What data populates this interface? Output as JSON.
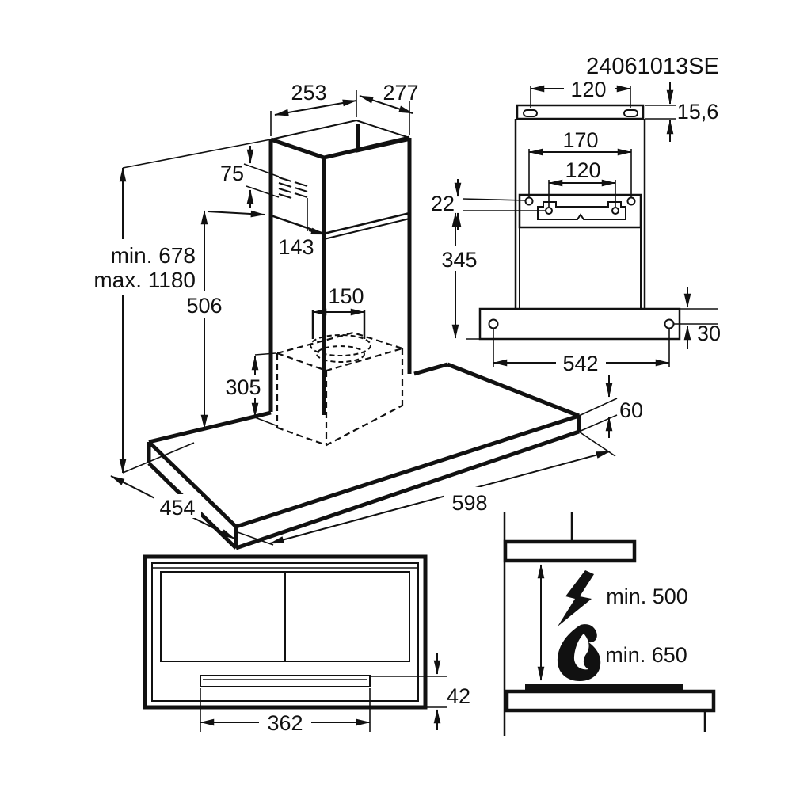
{
  "title": "24061013SE",
  "colors": {
    "line": "#111111",
    "background": "#ffffff"
  },
  "iso_view": {
    "chimney_width": "253",
    "chimney_depth": "277",
    "grille_height": "75",
    "grille_to_joint": "143",
    "height_min": "min. 678",
    "height_max": "max. 1180",
    "lower_chimney_height": "506",
    "duct_diameter": "150",
    "inner_box_height": "305",
    "hood_depth": "454",
    "hood_width": "598",
    "hood_height": "60"
  },
  "rear_view": {
    "top_slot_spacing": "120",
    "top_rail_height": "15,6",
    "wall_hole_spacing": "170",
    "bracket_slot_spacing": "120",
    "hole_vertical_offset": "22",
    "bracket_to_body_bottom": "345",
    "lower_hole_spacing": "542",
    "lower_hole_offset": "30"
  },
  "bottom_view": {
    "control_panel_width": "362",
    "control_panel_depth": "42"
  },
  "clearance_view": {
    "electric_hob_clearance": "min. 500",
    "gas_hob_clearance": "min. 650"
  }
}
